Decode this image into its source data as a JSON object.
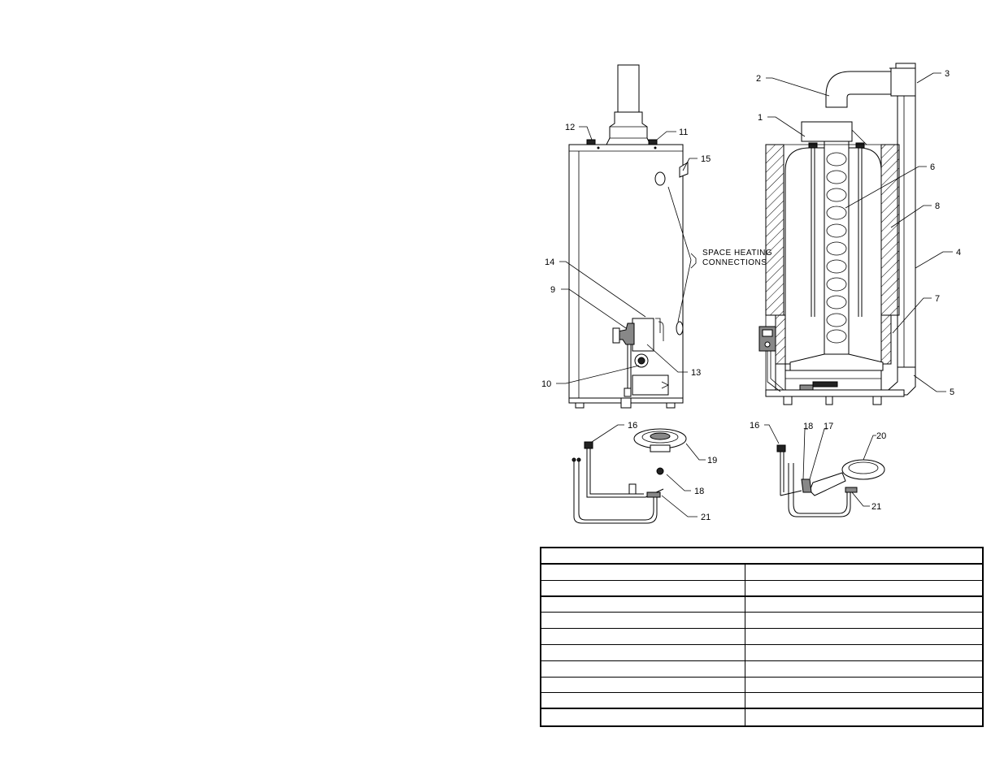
{
  "callouts": {
    "c1": "1",
    "c2": "2",
    "c3": "3",
    "c4": "4",
    "c5": "5",
    "c6": "6",
    "c7": "7",
    "c8": "8",
    "c9": "9",
    "c10": "10",
    "c11": "11",
    "c12": "12",
    "c13": "13",
    "c14": "14",
    "c15": "15",
    "c16a": "16",
    "c16b": "16",
    "c17": "17",
    "c18a": "18",
    "c18b": "18",
    "c19": "19",
    "c20": "20",
    "c21a": "21",
    "c21b": "21"
  },
  "labels": {
    "space_heating_line1": "SPACE HEATING",
    "space_heating_line2": "CONNECTIONS"
  },
  "parts_table": {
    "rows": [
      {
        "thick": false
      },
      {
        "thick": true
      },
      {
        "thick": false
      },
      {
        "thick": false
      },
      {
        "thick": false
      },
      {
        "thick": false
      },
      {
        "thick": false
      },
      {
        "thick": false
      },
      {
        "thick": true
      },
      {
        "thick": false
      }
    ]
  },
  "colors": {
    "line": "#000000",
    "background": "#ffffff"
  }
}
